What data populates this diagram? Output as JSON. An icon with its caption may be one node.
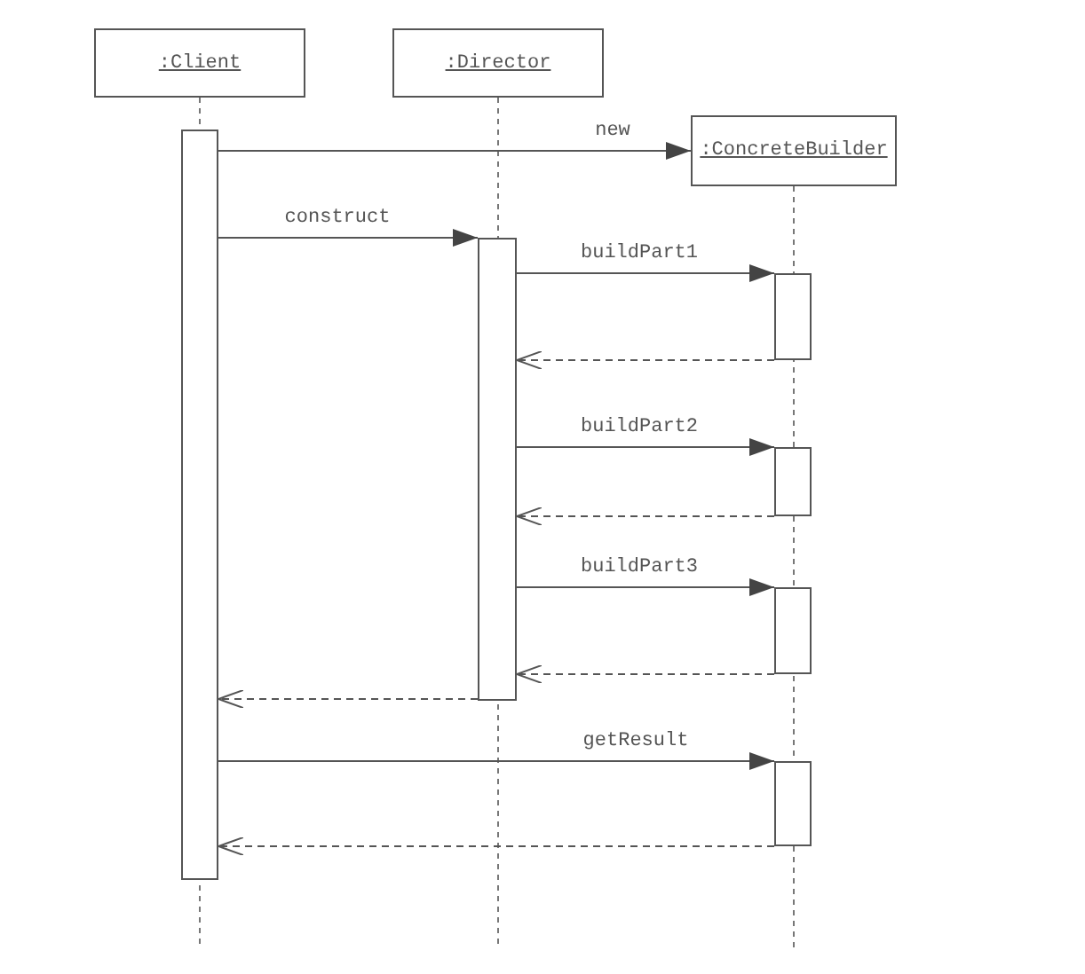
{
  "diagram": {
    "nodes": [
      {
        "text": [
          ":Client"
        ]
      },
      {
        "text": [
          ":Director"
        ]
      },
      {
        "text": [
          ":ConcreteBuilder"
        ]
      },
      {
        "text": [],
        "shape": "bar"
      },
      {
        "text": [],
        "shape": "bar"
      },
      {
        "text": [],
        "shape": "bar"
      },
      {
        "text": [],
        "shape": "bar"
      },
      {
        "text": [],
        "shape": "bar"
      },
      {
        "text": [],
        "shape": "bar"
      }
    ],
    "edges": [
      {
        "from": 3,
        "to": 2,
        "arrow": "to",
        "label": "new"
      },
      {
        "from": 3,
        "to": 4,
        "arrow": "to",
        "label": "construct"
      },
      {
        "from": 4,
        "to": 5,
        "arrow": "to",
        "label": "buildPart1"
      },
      {
        "from": 5,
        "to": 4,
        "arrow": "to",
        "style": "dashed"
      },
      {
        "from": 4,
        "to": 6,
        "arrow": "to",
        "label": "buildPart2"
      },
      {
        "from": 6,
        "to": 4,
        "arrow": "to",
        "style": "dashed"
      },
      {
        "from": 4,
        "to": 7,
        "arrow": "to",
        "label": "buildPart3"
      },
      {
        "from": 7,
        "to": 4,
        "arrow": "to",
        "style": "dashed"
      },
      {
        "from": 4,
        "to": 3,
        "arrow": "to",
        "style": "dashed"
      },
      {
        "from": 3,
        "to": 8,
        "arrow": "to",
        "label": "getResult"
      },
      {
        "from": 8,
        "to": 3,
        "arrow": "to",
        "style": "dashed"
      }
    ]
  }
}
